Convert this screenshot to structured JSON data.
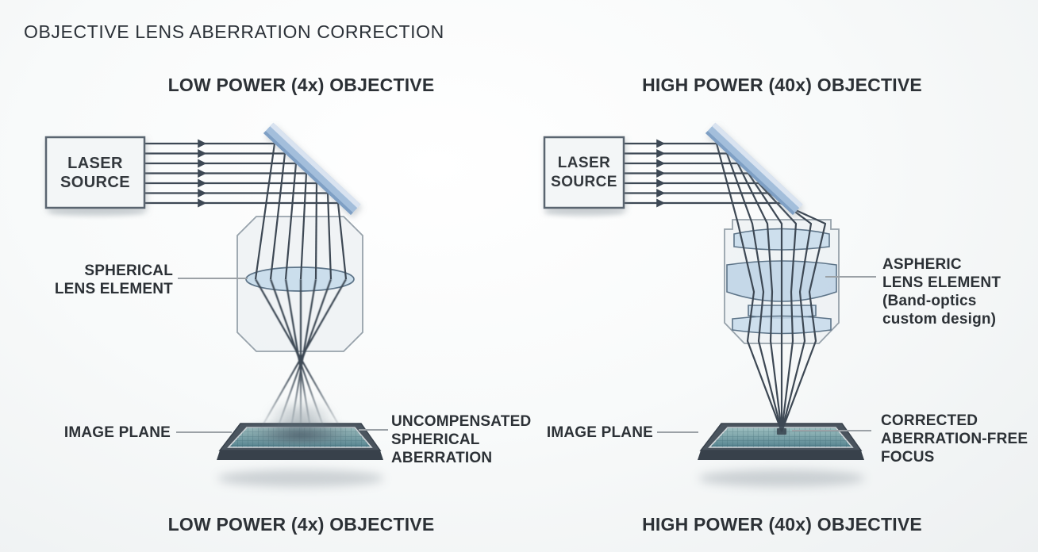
{
  "title": "OBJECTIVE LENS ABERRATION CORRECTION",
  "left_panel": {
    "heading_top": "LOW POWER (4x) OBJECTIVE",
    "heading_bottom": "LOW POWER (4x) OBJECTIVE",
    "laser_source": [
      "LASER",
      "SOURCE"
    ],
    "lens_label": [
      "SPHERICAL",
      "LENS ELEMENT"
    ],
    "image_plane_label": "IMAGE PLANE",
    "result_label": [
      "UNCOMPENSATED",
      "SPHERICAL",
      "ABERRATION"
    ]
  },
  "right_panel": {
    "heading_top": "HIGH POWER (40x) OBJECTIVE",
    "heading_bottom": "HIGH POWER (40x) OBJECTIVE",
    "laser_source": [
      "LASER",
      "SOURCE"
    ],
    "lens_label": [
      "ASPHERIC",
      "LENS ELEMENT",
      "(Band-optics",
      "custom design)"
    ],
    "image_plane_label": "IMAGE PLANE",
    "result_label": [
      "CORRECTED",
      "ABERRATION-FREE",
      "FOCUS"
    ]
  },
  "colors": {
    "background": "#f8fafa",
    "text": "#2c3136",
    "ray": "#3d4854",
    "mirror_blue": "#a3bedb",
    "lens_fill": "#c7dbeb",
    "housing_fill": "#edf1f3",
    "image_plane_teal": "#4e7d8a",
    "leader_line": "#9ba1a6"
  }
}
